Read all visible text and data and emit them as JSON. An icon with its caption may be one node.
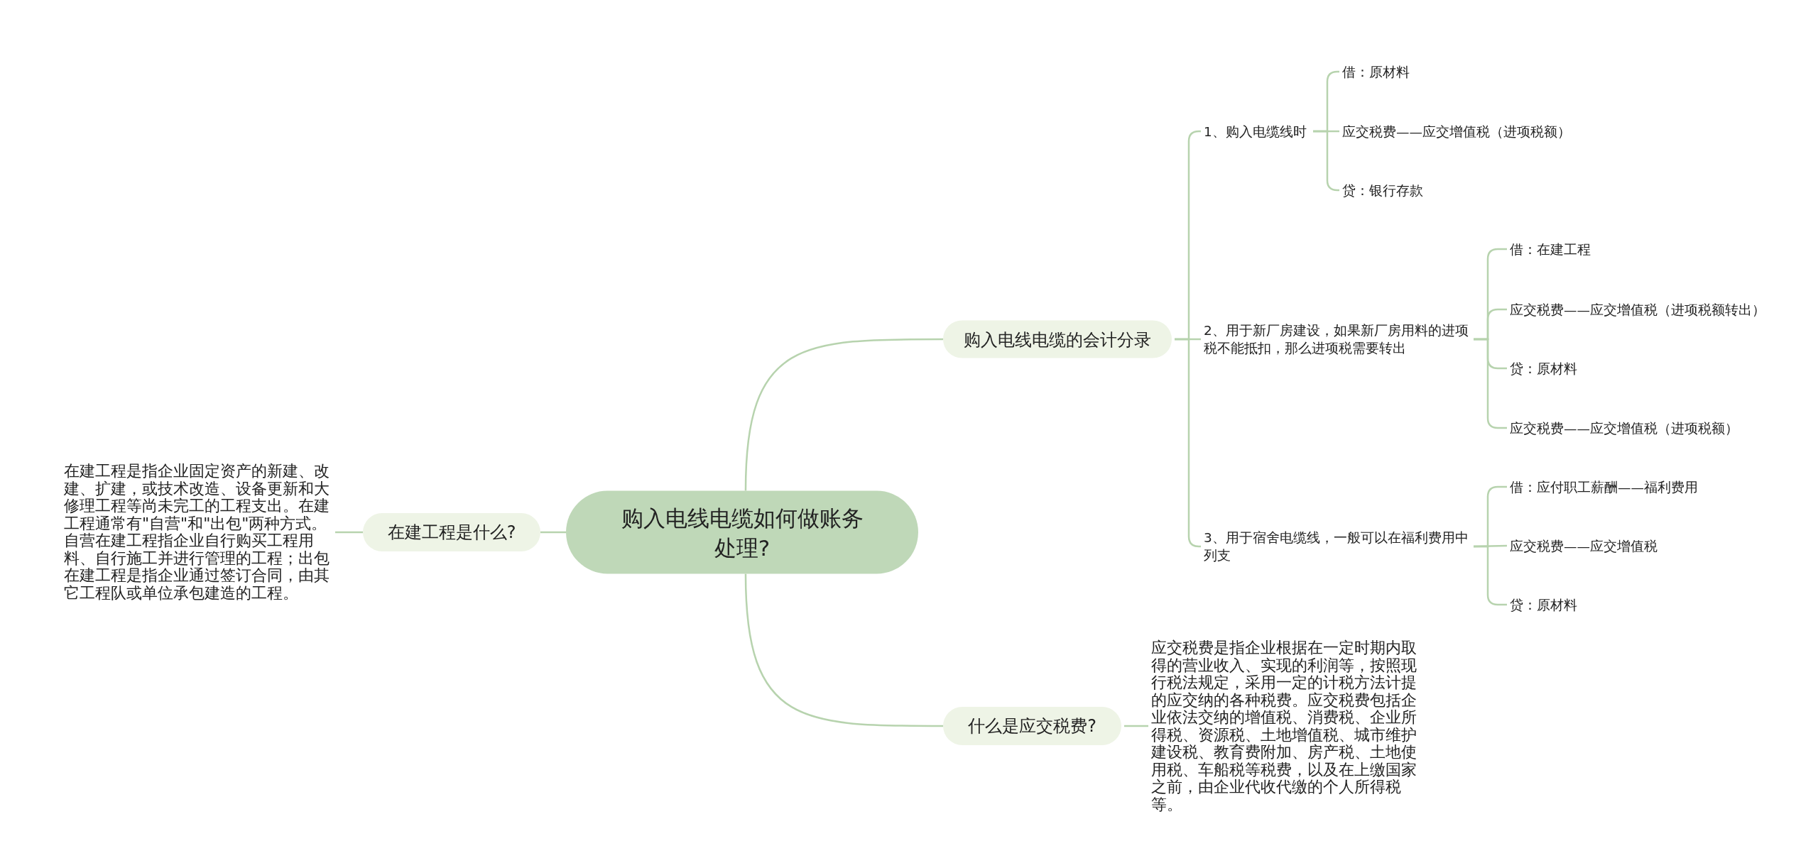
{
  "diagram": {
    "nodes": [
      {
        "text": [
          "购入电线电缆如何做账务处理?"
        ]
      },
      {
        "text": [
          "购入电线电缆的会计分录"
        ]
      },
      {
        "text": [
          "1、购入电缆线时"
        ]
      },
      {
        "text": [
          "借：原材料"
        ]
      },
      {
        "text": [
          "应交税费——应交增值税（进项税额）"
        ]
      },
      {
        "text": [
          "贷：银行存款"
        ]
      },
      {
        "text": [
          "2、用于新厂房建设，如果新厂房用料的进项税不能抵扣，那么进项税需要转出"
        ]
      },
      {
        "text": [
          "借：在建工程"
        ]
      },
      {
        "text": [
          "应交税费——应交增值税（进项税额转出）"
        ]
      },
      {
        "text": [
          "贷：原材料"
        ]
      },
      {
        "text": [
          "应交税费——应交增值税（进项税额）"
        ]
      },
      {
        "text": [
          "3、用于宿舍电缆线，一般可以在福利费用中列支"
        ]
      },
      {
        "text": [
          "借：应付职工薪酬——福利费用"
        ]
      },
      {
        "text": [
          "应交税费——应交增值税"
        ]
      },
      {
        "text": [
          "贷：原材料"
        ]
      },
      {
        "text": [
          "什么是应交税费?"
        ]
      },
      {
        "text": [
          "应交税费是指企业根据在一定时期内取得的营业收入、实现的利润等，按照现行税法规定，采用一定的计税方法计提的应交纳的各种税费。应交税费包括企业依法交纳的增值税、消费税、企业所得税、资源税、土地增值税、城市维护建设税、教育费附加、房产税、土地使用税、车船税等税费，以及在上缴国家之前，由企业代收代缴的个人所得税等。"
        ]
      },
      {
        "text": [
          "在建工程是什么?"
        ]
      },
      {
        "text": [
          "在建工程是指企业固定资产的新建、改建、扩建，或技术改造、设备更新和大修理工程等尚未完工的工程支出。在建工程通常有\"自营\"和\"出包\"两种方式。自营在建工程指企业自行购买工程用料、自行施工并进行管理的工程；出包在建工程是指企业通过签订合同，由其它工程队或单位承包建造的工程。"
        ]
      }
    ],
    "edges": [
      {
        "from": 0,
        "to": 1,
        "arrow": "none"
      },
      {
        "from": 1,
        "to": 2,
        "arrow": "none"
      },
      {
        "from": 2,
        "to": 3,
        "arrow": "none"
      },
      {
        "from": 2,
        "to": 4,
        "arrow": "none"
      },
      {
        "from": 2,
        "to": 5,
        "arrow": "none"
      },
      {
        "from": 1,
        "to": 6,
        "arrow": "none"
      },
      {
        "from": 6,
        "to": 7,
        "arrow": "none"
      },
      {
        "from": 6,
        "to": 8,
        "arrow": "none"
      },
      {
        "from": 6,
        "to": 9,
        "arrow": "none"
      },
      {
        "from": 6,
        "to": 10,
        "arrow": "none"
      },
      {
        "from": 1,
        "to": 11,
        "arrow": "none"
      },
      {
        "from": 11,
        "to": 12,
        "arrow": "none"
      },
      {
        "from": 11,
        "to": 13,
        "arrow": "none"
      },
      {
        "from": 11,
        "to": 14,
        "arrow": "none"
      },
      {
        "from": 0,
        "to": 15,
        "arrow": "none"
      },
      {
        "from": 15,
        "to": 16,
        "arrow": "none"
      },
      {
        "from": 0,
        "to": 17,
        "arrow": "none"
      },
      {
        "from": 17,
        "to": 18,
        "arrow": "none"
      }
    ]
  }
}
